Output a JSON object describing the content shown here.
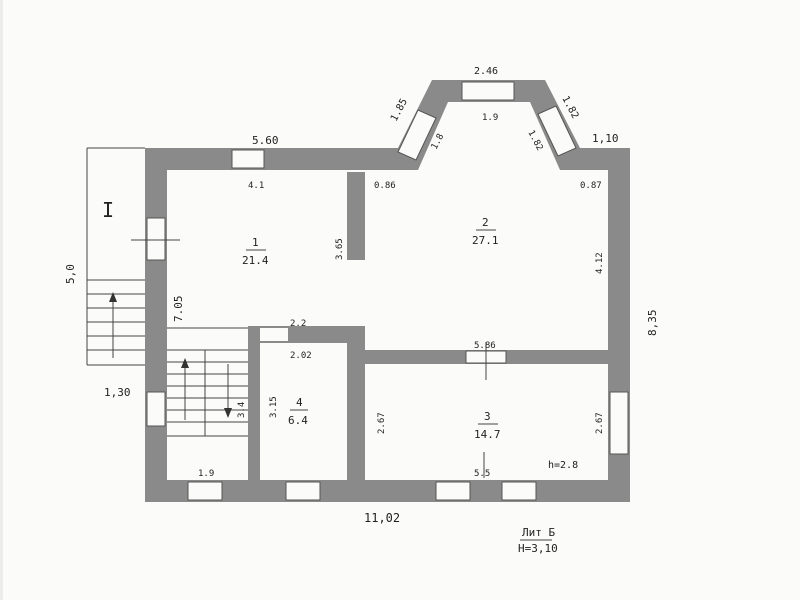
{
  "plan": {
    "section_marker": "I",
    "sheet_label": "Лит Б",
    "sheet_height": "Н=3,10",
    "overall": {
      "width_bottom": "11,02",
      "height_right": "8,35",
      "stair_height_left": "5,0",
      "stair_width": "1,30"
    },
    "rooms": [
      {
        "number": "1",
        "area": "21.4"
      },
      {
        "number": "2",
        "area": "27.1"
      },
      {
        "number": "3",
        "area": "14.7"
      },
      {
        "number": "4",
        "area": "6.4"
      }
    ],
    "dims": {
      "top_left_wall": "5.60",
      "bay_top": "2.46",
      "bay_left_diag": "1.85",
      "bay_right_diag": "1.82",
      "right_top_stub": "1,10",
      "room1_top": "4.1",
      "room2_left_top": "0.86",
      "room2_right_top": "0.87",
      "bay_inner_top": "1.9",
      "bay_inner_left": "1.8",
      "bay_inner_right": "1.82",
      "partition_height": "3.65",
      "room2_height": "4.12",
      "room1_height": "7.05",
      "room4_top_outer": "2.2",
      "room4_top_inner": "2.02",
      "room3_top": "5.86",
      "stair_height": "3.4",
      "room4_height": "3.15",
      "room3_left_height": "2.67",
      "room3_right_height": "2.67",
      "stair_bottom": "1.9",
      "room3_bottom": "5.5",
      "ceiling": "h=2.8"
    }
  }
}
